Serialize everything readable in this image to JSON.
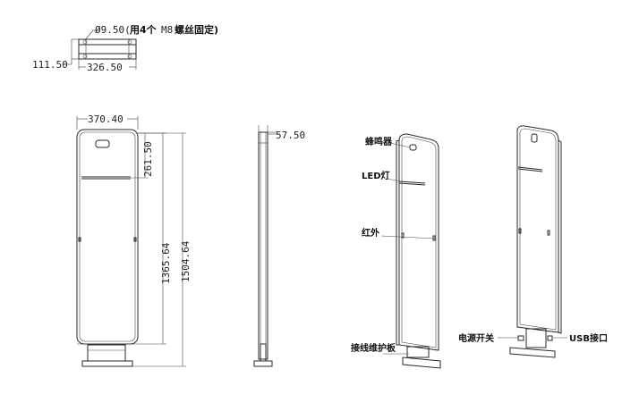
{
  "dimensions": {
    "hole_note_prefix": "Ø9.50(",
    "hole_note_use": "用4个",
    "hole_note_m8": "M8",
    "hole_note_fix": "螺丝固定)",
    "base_depth": "111.50",
    "base_width": "326.50",
    "panel_width": "370.40",
    "panel_thickness": "57.50",
    "led_height": "261.50",
    "inner_height": "1365.64",
    "total_height": "1504.64"
  },
  "labels": {
    "buzzer": "蜂鸣器",
    "led": "LED灯",
    "infrared": "红外",
    "wiring_board": "接线维护板",
    "power_switch": "电源开关",
    "usb_port": "USB接口"
  }
}
